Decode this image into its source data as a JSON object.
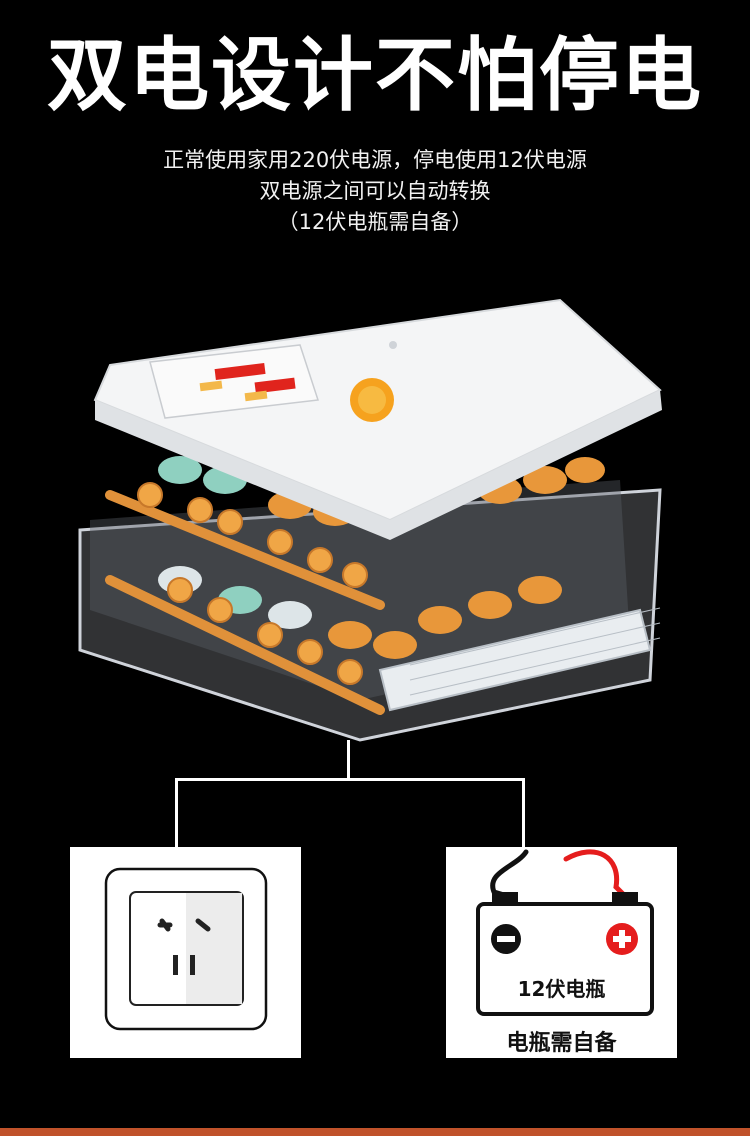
{
  "headline": "双电设计不怕停电",
  "subtitle": {
    "line1": "正常使用家用220伏电源，停电使用12伏电源",
    "line2": "双电源之间可以自动转换",
    "line3": "（12伏电瓶需自备）"
  },
  "battery": {
    "label": "12伏电瓶",
    "caption": "电瓶需自备"
  },
  "colors": {
    "background": "#000000",
    "accent_orange": "#e8973a",
    "battery_red": "#e51d1d",
    "display_red": "#e0241d"
  }
}
